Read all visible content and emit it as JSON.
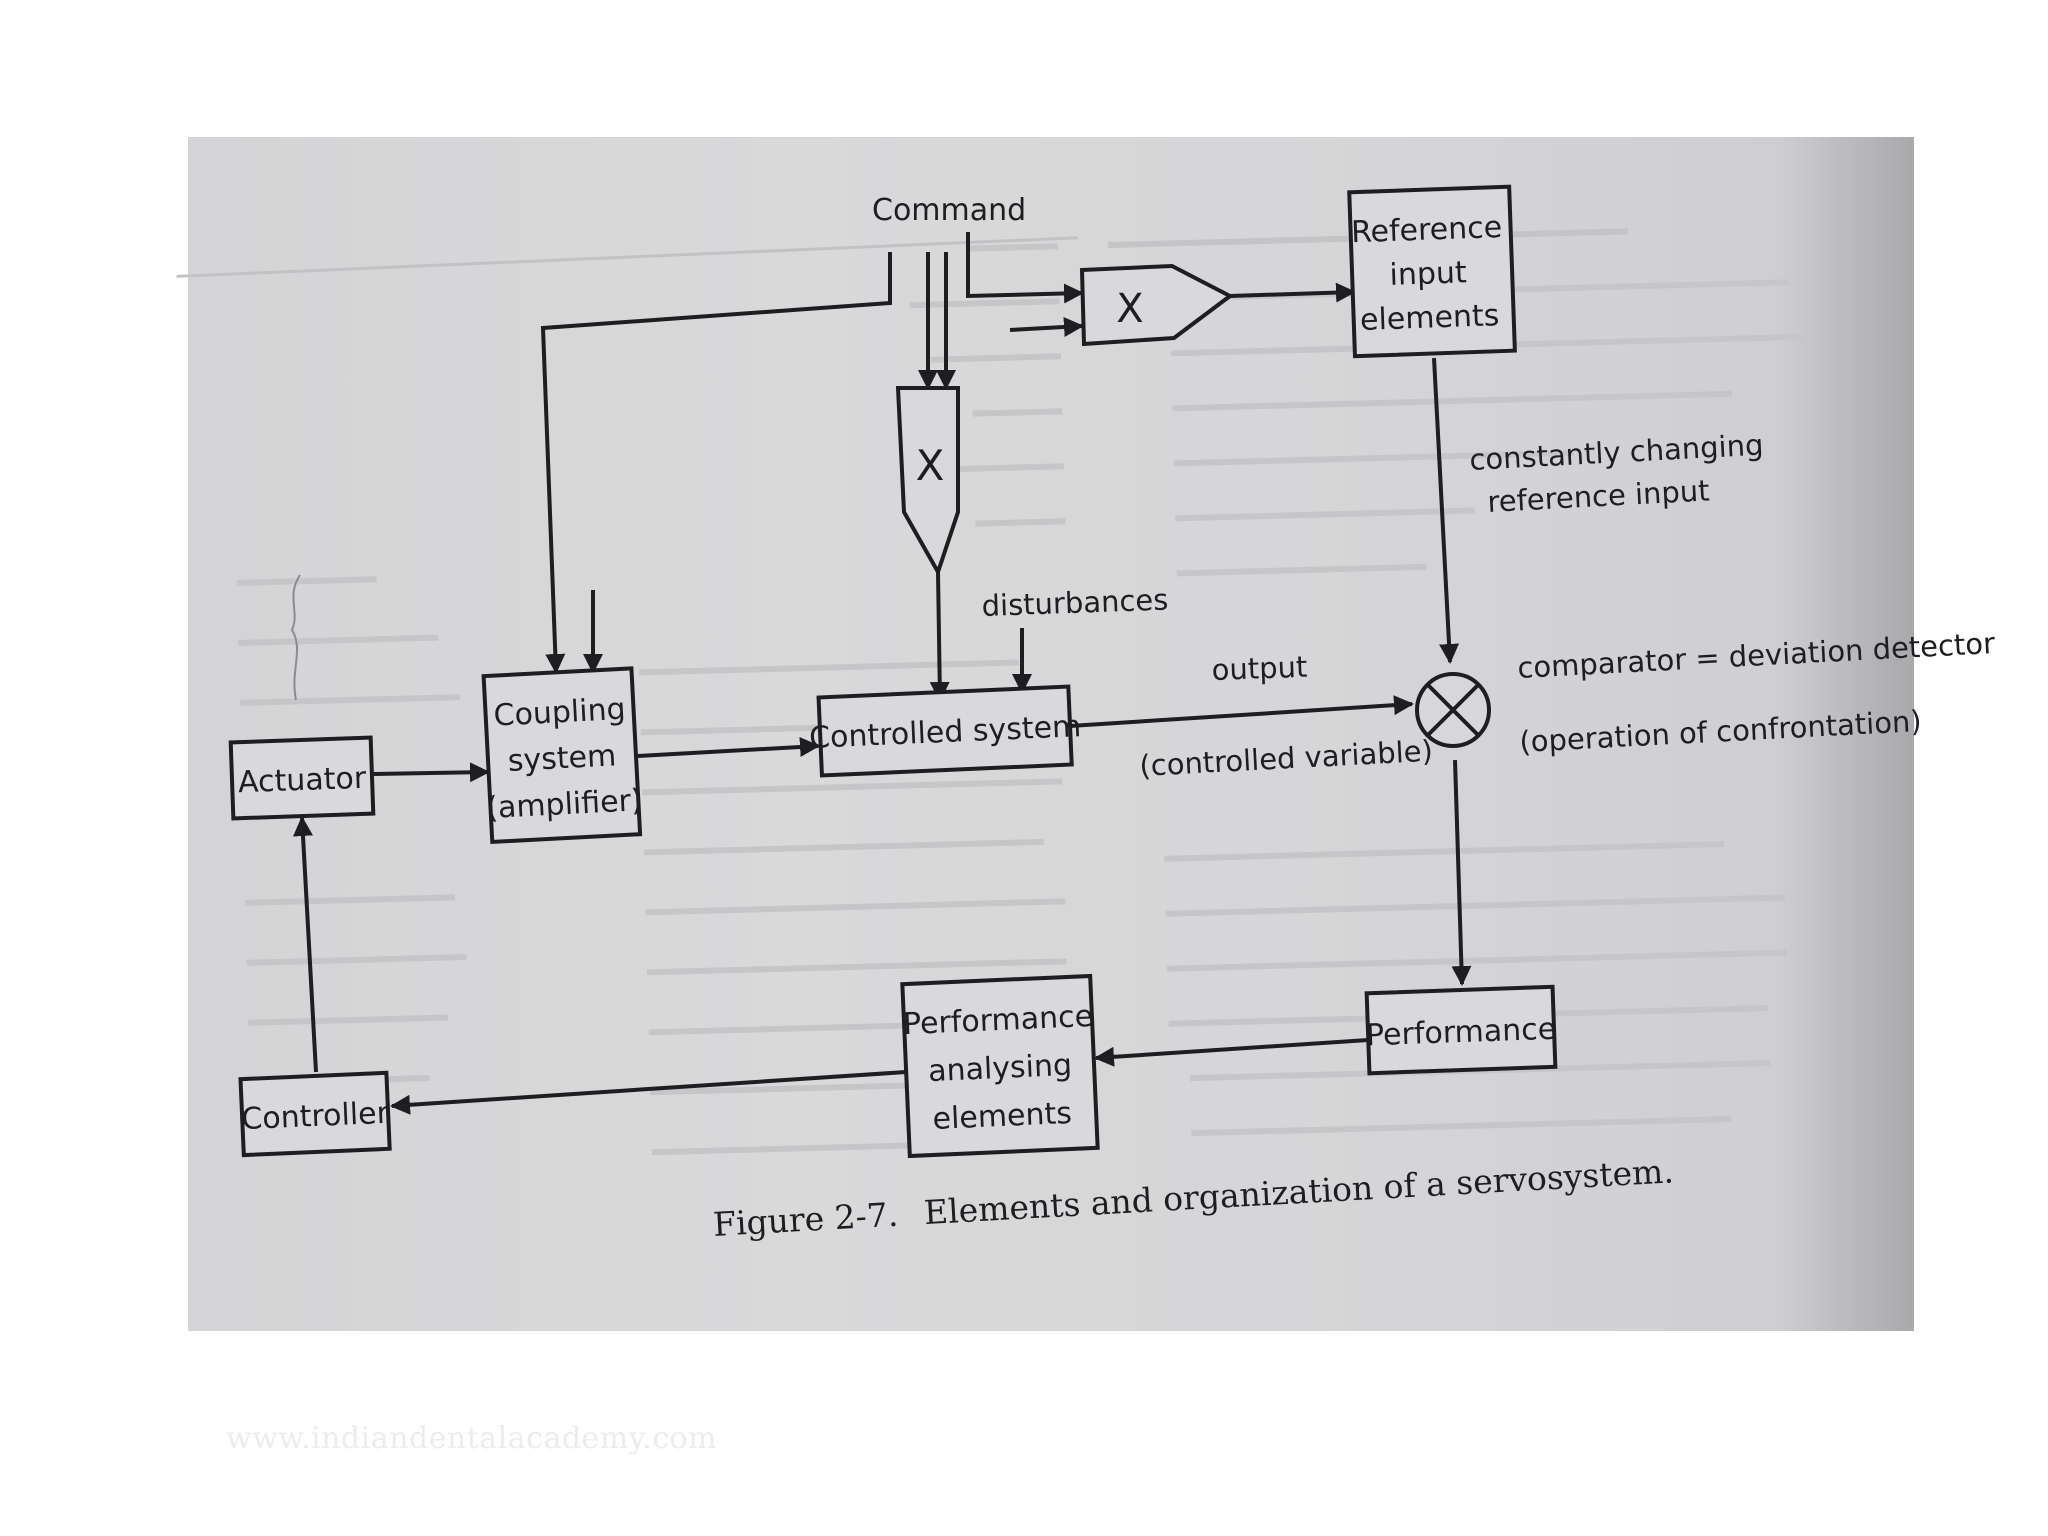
{
  "diagram": {
    "nodes": {
      "command": "Command",
      "reference": [
        "Reference",
        "input",
        "elements"
      ],
      "multiplier_top": "X",
      "multiplier_mid": "X",
      "disturbances": "disturbances",
      "coupling": [
        "Coupling",
        "system",
        "(amplifier)"
      ],
      "actuator": "Actuator",
      "controlled_system": "Controlled system",
      "output": "output",
      "controlled_variable": "(controlled variable)",
      "ref_input_note": [
        "constantly changing",
        "reference input"
      ],
      "comparator": "comparator = deviation detector",
      "confrontation": "(operation of confrontation)",
      "performance": "Performance",
      "analysing": [
        "Performance",
        "analysing",
        "elements"
      ],
      "controller": "Controller"
    },
    "edges": [
      {
        "from": "command",
        "to": "multiplier_top"
      },
      {
        "from": "command",
        "to": "multiplier_mid"
      },
      {
        "from": "command",
        "to": "coupling"
      },
      {
        "from": "multiplier_top",
        "to": "reference"
      },
      {
        "from": "reference",
        "to": "comparator"
      },
      {
        "from": "multiplier_mid",
        "to": "controlled_system"
      },
      {
        "from": "disturbances",
        "to": "controlled_system"
      },
      {
        "from": "actuator",
        "to": "coupling"
      },
      {
        "from": "coupling",
        "to": "controlled_system"
      },
      {
        "from": "controlled_system",
        "to": "comparator"
      },
      {
        "from": "comparator",
        "to": "performance"
      },
      {
        "from": "performance",
        "to": "analysing"
      },
      {
        "from": "analysing",
        "to": "controller"
      },
      {
        "from": "controller",
        "to": "actuator"
      }
    ]
  },
  "caption": {
    "label": "Figure 2-7.",
    "text": "Elements and organization of a servosystem."
  },
  "watermark": "www.indiandentalacademy.com"
}
